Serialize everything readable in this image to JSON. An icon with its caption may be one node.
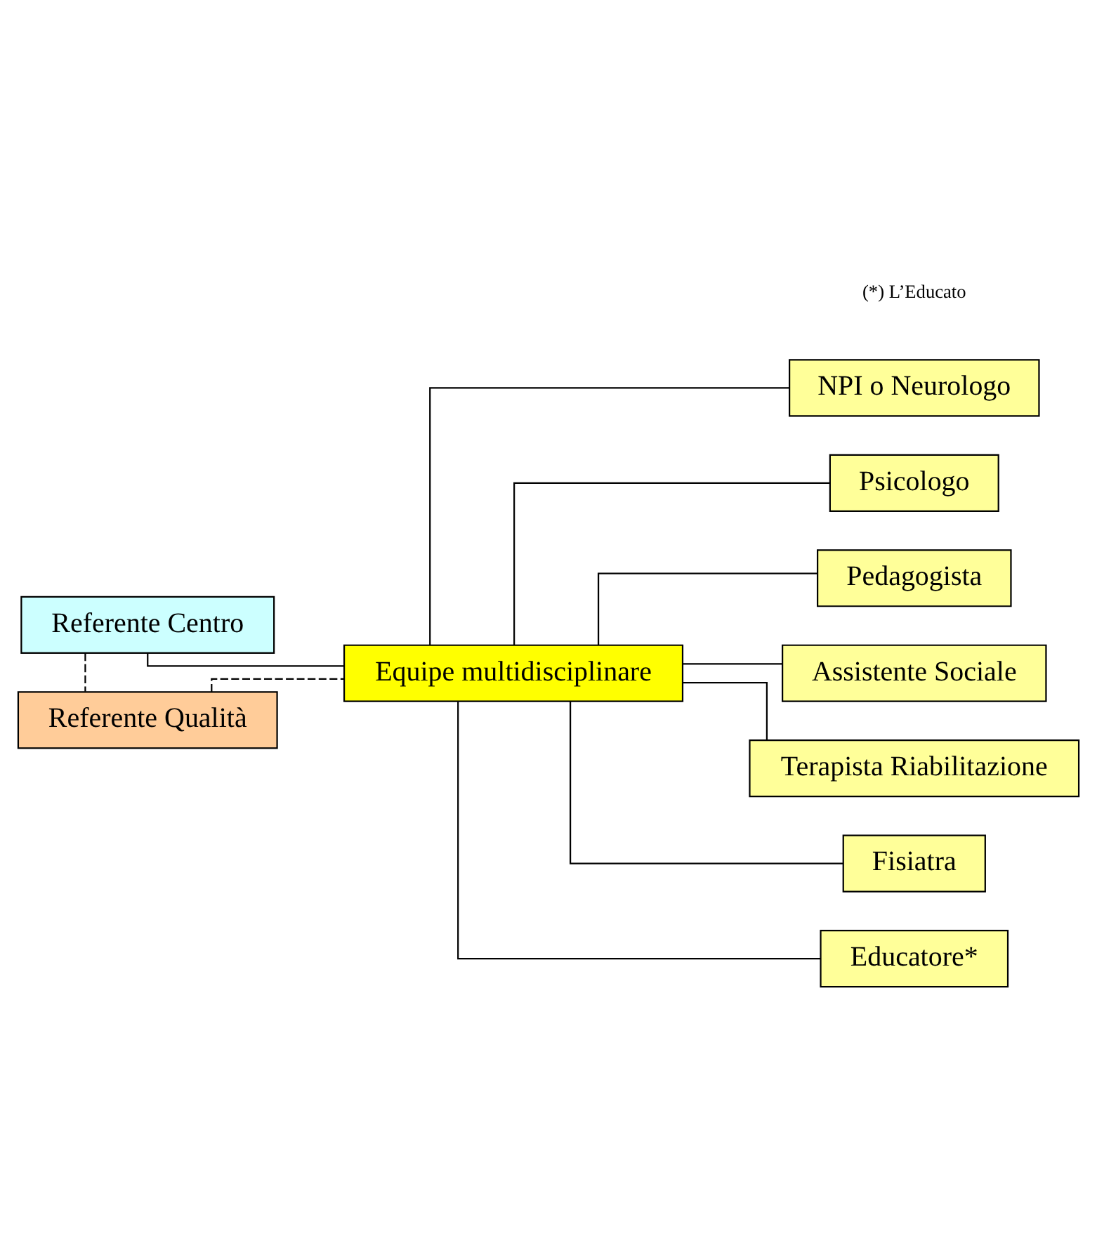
{
  "diagram": {
    "nodes": [
      {
        "text": [
          "Referente Centro"
        ]
      },
      {
        "text": [
          "Referente Qualità"
        ]
      },
      {
        "text": [
          "Equipe multidisciplinare"
        ]
      },
      {
        "text": [
          "NPI o Neurologo"
        ]
      },
      {
        "text": [
          "Psicologo"
        ]
      },
      {
        "text": [
          "Pedagogista"
        ]
      },
      {
        "text": [
          "Assistente Sociale"
        ]
      },
      {
        "text": [
          "Terapista Riabilitazione"
        ]
      },
      {
        "text": [
          "Fisiatra"
        ]
      },
      {
        "text": [
          "Educatore*"
        ]
      }
    ],
    "edges": [
      {
        "from": 0,
        "to": 1,
        "arrow": "none",
        "style": "dashed"
      },
      {
        "from": 0,
        "to": 2,
        "arrow": "none"
      },
      {
        "from": 1,
        "to": 2,
        "arrow": "none",
        "style": "dashed"
      },
      {
        "from": 2,
        "to": 3,
        "arrow": "none"
      },
      {
        "from": 2,
        "to": 4,
        "arrow": "none"
      },
      {
        "from": 2,
        "to": 5,
        "arrow": "none"
      },
      {
        "from": 2,
        "to": 6,
        "arrow": "none"
      },
      {
        "from": 2,
        "to": 7,
        "arrow": "none"
      },
      {
        "from": 2,
        "to": 8,
        "arrow": "none"
      },
      {
        "from": 2,
        "to": 9,
        "arrow": "none"
      }
    ],
    "labels": [
      "(*) L’Educato"
    ]
  }
}
